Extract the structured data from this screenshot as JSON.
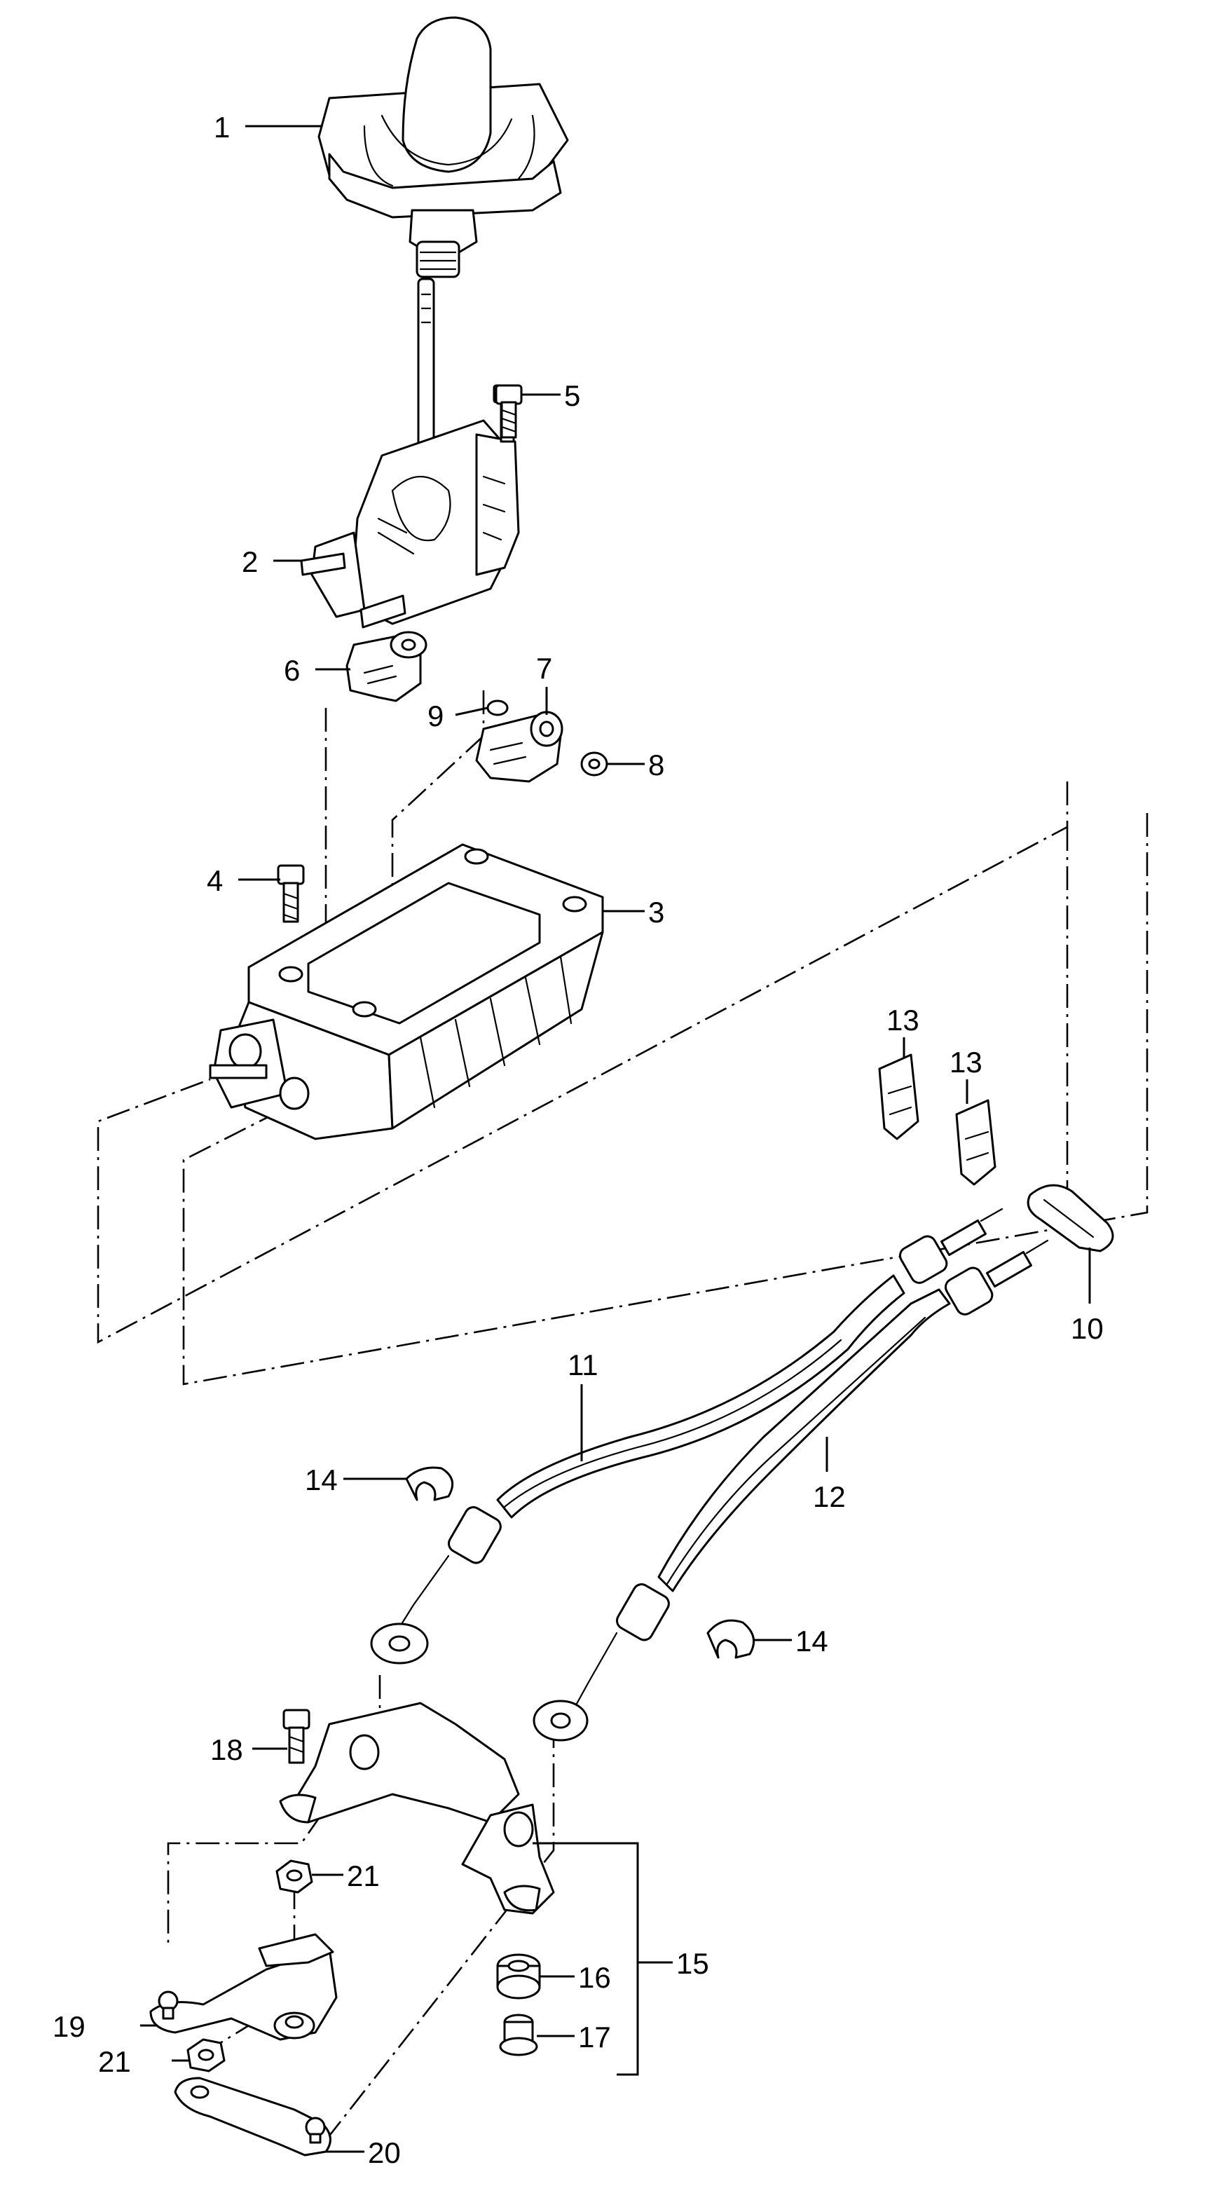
{
  "diagram": {
    "callouts": {
      "c1": "1",
      "c2": "2",
      "c3": "3",
      "c4": "4",
      "c5": "5",
      "c6": "6",
      "c7": "7",
      "c8": "8",
      "c9": "9",
      "c10": "10",
      "c11": "11",
      "c12": "12",
      "c13a": "13",
      "c13b": "13",
      "c14a": "14",
      "c14b": "14",
      "c15": "15",
      "c16": "16",
      "c17": "17",
      "c18": "18",
      "c19": "19",
      "c20": "20",
      "c21a": "21",
      "c21b": "21"
    }
  }
}
